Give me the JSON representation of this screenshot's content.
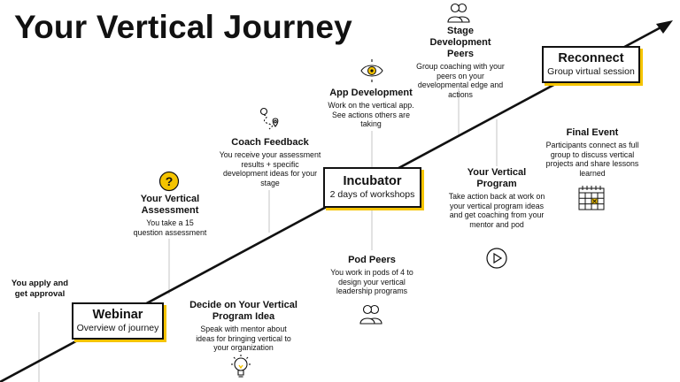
{
  "title": "Your Vertical Journey",
  "stages": {
    "webinar": {
      "title": "Webinar",
      "subtitle": "Overview of journey"
    },
    "incubator": {
      "title": "Incubator",
      "subtitle": "2 days of workshops"
    },
    "reconnect": {
      "title": "Reconnect",
      "subtitle": "Group virtual session"
    }
  },
  "steps": {
    "apply": {
      "title": "You apply and get approval"
    },
    "assessment": {
      "title": "Your Vertical Assessment",
      "desc": "You take a 15 question assessment"
    },
    "decide": {
      "title": "Decide on Your Vertical Program Idea",
      "desc": "Speak with mentor about ideas for bringing vertical to your organization"
    },
    "coach": {
      "title": "Coach Feedback",
      "desc": "You receive your assessment results + specific development ideas for your stage"
    },
    "app": {
      "title": "App Development",
      "desc": "Work on the vertical app. See actions others are taking"
    },
    "pod": {
      "title": "Pod Peers",
      "desc": "You work in pods of 4 to design your vertical leadership programs"
    },
    "stage_peers": {
      "title": "Stage Development Peers",
      "desc": "Group coaching with your peers on your developmental edge and actions"
    },
    "program": {
      "title": "Your Vertical Program",
      "desc": "Take action back at work on your vertical program ideas and get coaching from your mentor and pod"
    },
    "final": {
      "title": "Final Event",
      "desc": "Participants connect as full group to discuss vertical projects and share lessons learned"
    }
  },
  "icons": {
    "assessment": "question-icon",
    "decide": "lightbulb-icon",
    "coach": "route-pin-icon",
    "app": "eye-icon",
    "pod": "people-icon",
    "stage_peers": "people-icon",
    "program": "play-icon",
    "final": "calendar-icon"
  },
  "colors": {
    "accent": "#f5c400",
    "ink": "#111111"
  }
}
